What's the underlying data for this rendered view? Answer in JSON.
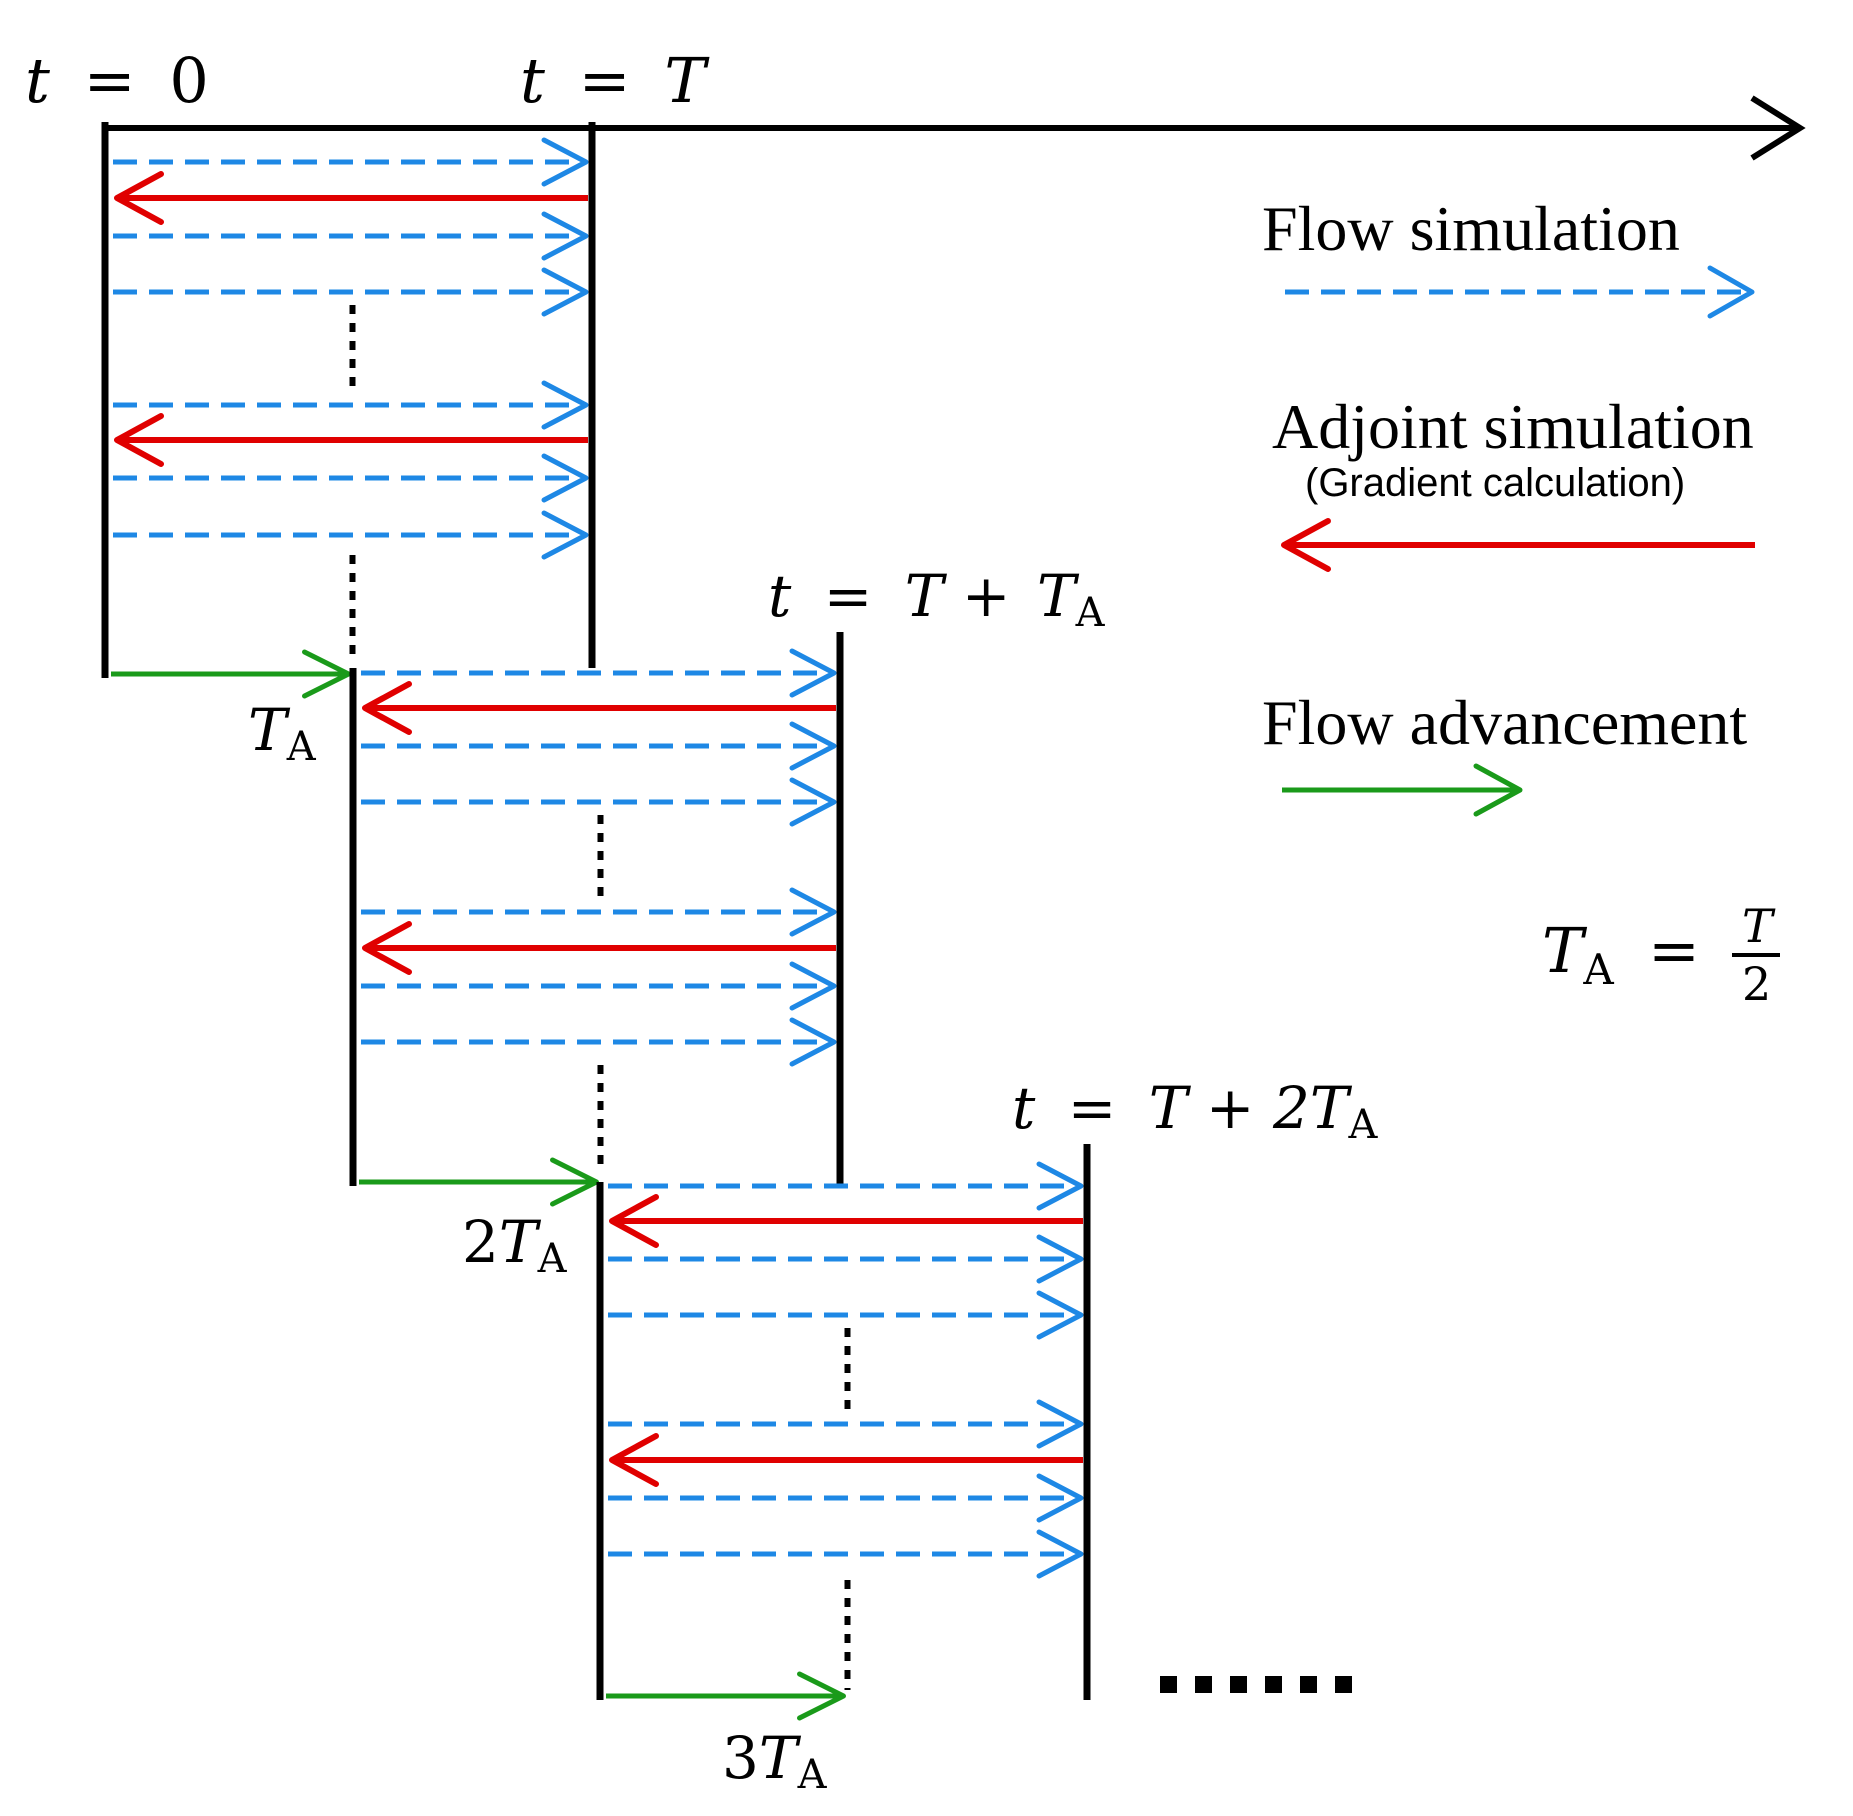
{
  "labels": {
    "t0": {
      "var": "t",
      "eq": "=",
      "val": "0"
    },
    "tT": {
      "var": "t",
      "eq": "=",
      "val": "T"
    },
    "tT1": {
      "var": "t",
      "eq": "=",
      "pre": "T +",
      "val": "T",
      "sub": "A"
    },
    "tT2": {
      "var": "t",
      "eq": "=",
      "pre": "T + 2",
      "val": "T",
      "sub": "A"
    },
    "ta1": {
      "coef": "",
      "val": "T",
      "sub": "A"
    },
    "ta2": {
      "coef": "2",
      "val": "T",
      "sub": "A"
    },
    "ta3": {
      "coef": "3",
      "val": "T",
      "sub": "A"
    }
  },
  "legend": {
    "flow": "Flow simulation",
    "adjoint": "Adjoint simulation",
    "adjoint_sub": "(Gradient calculation)",
    "advance": "Flow advancement"
  },
  "relation": {
    "lhs": "T",
    "lhs_sub": "A",
    "eq": "=",
    "num": "T",
    "den": "2"
  },
  "colors": {
    "flow": "#1e88e5",
    "adjoint": "#e00000",
    "advance": "#1a9a1a",
    "axis": "#000000"
  }
}
